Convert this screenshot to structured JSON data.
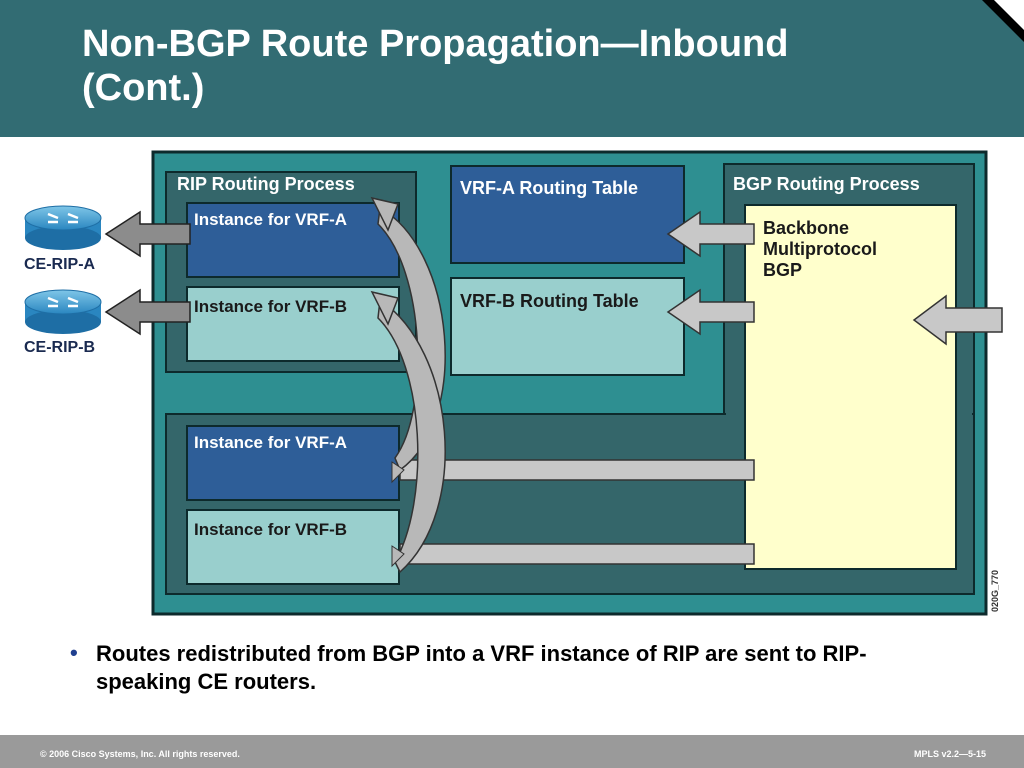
{
  "slide": {
    "title_line1": "Non-BGP Route Propagation—Inbound",
    "title_line2": "(Cont.)"
  },
  "diagram": {
    "rip_process_label": "RIP Routing Process",
    "bgp_process_label": "BGP Routing Process",
    "vrf_a_table_label": "VRF-A Routing Table",
    "vrf_b_table_label": "VRF-B Routing Table",
    "instance_vrf_a": "Instance for VRF-A",
    "instance_vrf_b": "Instance for VRF-B",
    "backbone_line1": "Backbone",
    "backbone_line2": "Multiprotocol",
    "backbone_line3": "BGP",
    "router_a": "CE-RIP-A",
    "router_b": "CE-RIP-B",
    "figure_code": "020G_770"
  },
  "bullets": [
    "Routes redistributed from BGP into a VRF instance of RIP are sent to RIP-speaking CE routers."
  ],
  "footer": {
    "copyright": "© 2006 Cisco Systems, Inc. All rights reserved.",
    "slide_ref": "MPLS v2.2—5-15"
  },
  "colors": {
    "header": "#326c73",
    "outer_frame": "#2e8f91",
    "process_box": "#34666a",
    "vrf_a": "#2e5e98",
    "vrf_b": "#99cfcd",
    "bgp_inner": "#ffffcc",
    "arrow": "#c8c8c8",
    "footer": "#9a9a9a"
  }
}
